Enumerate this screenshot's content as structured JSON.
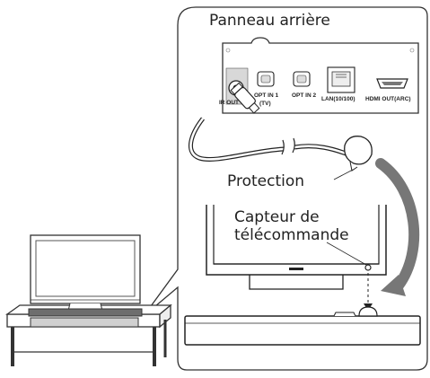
{
  "panel_title": "Panneau arrière",
  "ports": {
    "ir_out": "IR OUT",
    "opt_in_1": "OPT IN 1",
    "opt_in_1_sub": "(TV)",
    "opt_in_2": "OPT IN 2",
    "lan": "LAN(10/100)",
    "hdmi": "HDMI OUT(ARC)"
  },
  "labels": {
    "protection": "Protection",
    "sensor_line1": "Capteur de",
    "sensor_line2": "télécommande"
  }
}
